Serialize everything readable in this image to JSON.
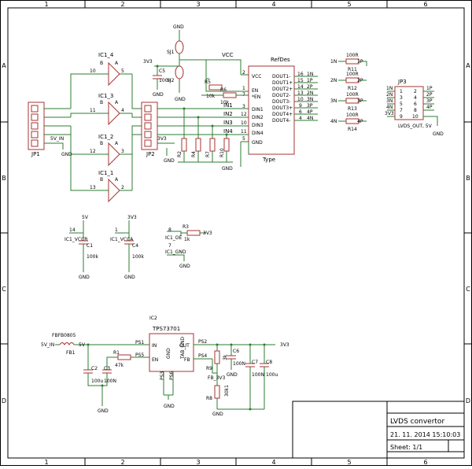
{
  "frame": {
    "columns": [
      "1",
      "2",
      "3",
      "4",
      "5",
      "6"
    ],
    "rows": [
      "A",
      "B",
      "C",
      "D"
    ]
  },
  "title_block": {
    "title": "LVDS convertor",
    "date": "21. 11. 2014 15:10:03",
    "sheet": "Sheet: 1/1"
  },
  "net_labels": {
    "gnd": "GND",
    "v33": "3V3",
    "v5": "5V",
    "vcc": "VCC",
    "v5in": "5V_IN",
    "ps1": "PS1",
    "ps2": "PS2",
    "ps4": "PS4",
    "ps5": "PS5",
    "fb33": "FB_3V3",
    "ic1vccb": "IC1_VCCB",
    "ic1vcca": "IC1_VCCA",
    "ic1oe": "IC1_OE",
    "ic1gnd": "IC1_GND",
    "lvds5v": "LVDS_OUT, 5V",
    "in1": "IN1",
    "in2": "IN2",
    "in3": "IN3",
    "in4": "IN4",
    "in1b": "1N",
    "in2b": "2N",
    "in3b": "3N",
    "in4b": "4N",
    "o1p": "1P",
    "o2p": "2P",
    "o3p": "3P",
    "o4p": "4P",
    "o1n": "1N",
    "o2n": "2N",
    "o3n": "3N",
    "o4n": "4N"
  },
  "components": {
    "ic1_4": "IC1_4",
    "ic1_3": "IC1_3",
    "ic1_2": "IC1_2",
    "ic1_1": "IC1_1",
    "jp1": "JP1",
    "jp2": "JP2",
    "jp3": "JP3",
    "sj1": "SJ1",
    "sj2": "SJ2",
    "c5": "C5",
    "c5v": "100n",
    "refdes": "RefDes",
    "type": "Type",
    "r5": "R5",
    "r6": "R6",
    "r5v": "10k",
    "r6v": "10k",
    "r11": "R11",
    "r12": "R12",
    "r13": "R13",
    "r14": "R14",
    "r100": "100R",
    "r2": "R2",
    "r4": "R4",
    "r7": "R7",
    "r10": "R10",
    "r10k": "10k",
    "c1": "C1",
    "c4": "C4",
    "c100k": "100k",
    "r3": "R3",
    "r3v": "1k",
    "ic2": "IC2",
    "ic2t": "TPS73701",
    "fbfb": "FBFB0805",
    "fb1": "FB1",
    "r1": "R1",
    "r1v": "47k",
    "c2": "C2",
    "c2v": "100u",
    "c3": "C3",
    "c3v": "100N",
    "c6": "C6",
    "c6v": "100N",
    "c7": "C7",
    "c7v": "100N",
    "c8": "C8",
    "c8v": "100u",
    "r8": "R8",
    "r8v": "30k1",
    "r9": "R9",
    "r9v": "3k",
    "ic2_in": "IN",
    "ic2_en": "EN",
    "ic2_out": "OUT",
    "ic2_fb": "FB",
    "ic2_gnd": "GND",
    "ic2_tab": "TAB_GND",
    "ps3": "PS3",
    "ps6": "PS6"
  },
  "refdes_pins": {
    "left": [
      {
        "num": "2",
        "name": "VCC"
      },
      {
        "num": "1",
        "name": "EN"
      },
      {
        "num": "7",
        "name": "*EN"
      },
      {
        "num": "3",
        "name": "DIN1"
      },
      {
        "num": "12",
        "name": "DIN2"
      },
      {
        "num": "10",
        "name": "DIN3"
      },
      {
        "num": "11",
        "name": "DIN4"
      },
      {
        "num": "5",
        "name": "GND"
      }
    ],
    "right": [
      {
        "num": "16",
        "name": "DOUT1-"
      },
      {
        "num": "15",
        "name": "DOUT1+"
      },
      {
        "num": "14",
        "name": "DOUT2+"
      },
      {
        "num": "13",
        "name": "DOUT2-"
      },
      {
        "num": "10",
        "name": "DOUT3-"
      },
      {
        "num": "9",
        "name": "DOUT3+"
      },
      {
        "num": "6",
        "name": "DOUT4+"
      },
      {
        "num": "4",
        "name": "DOUT4-"
      }
    ]
  },
  "jp3_pins": {
    "left": [
      "1",
      "3",
      "5",
      "7",
      "9"
    ],
    "right": [
      "2",
      "4",
      "6",
      "8",
      "10"
    ],
    "left_nets": [
      "1N",
      "2N",
      "3N",
      "4N",
      "3V3"
    ],
    "right_nets": [
      "1P",
      "2P",
      "3P",
      "4P"
    ]
  },
  "buffer_pins": [
    {
      "b": "10",
      "a": "5",
      "bl": "B",
      "al": "A"
    },
    {
      "b": "11",
      "a": "4",
      "bl": "B",
      "al": "A"
    },
    {
      "b": "12",
      "a": "3",
      "bl": "B",
      "al": "A"
    },
    {
      "b": "13",
      "a": "2",
      "bl": "B",
      "al": "A"
    }
  ],
  "misc_pins": {
    "p14": "14",
    "p1": "1",
    "p8": "8",
    "p7": "7"
  },
  "colors": {
    "wire": "#2e7d32",
    "part": "#aa3333",
    "frame": "#000000"
  }
}
